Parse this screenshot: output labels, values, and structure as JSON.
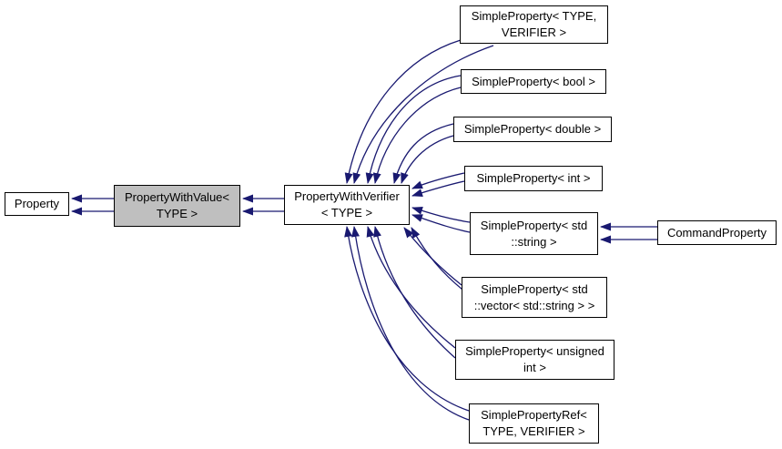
{
  "graph": {
    "arrow_color": "#191970",
    "node_border_color": "#000000",
    "node_fill": "#ffffff",
    "selected_node_fill": "#bfbfbf",
    "nodes": [
      {
        "id": "property",
        "label": "Property",
        "selected": false
      },
      {
        "id": "property-with-value",
        "label": "PropertyWithValue<\nTYPE >",
        "selected": true
      },
      {
        "id": "property-with-verifier",
        "label": "PropertyWithVerifier\n< TYPE >",
        "selected": false
      },
      {
        "id": "simpleproperty-type-verifier",
        "label": "SimpleProperty< TYPE,\nVERIFIER >",
        "selected": false
      },
      {
        "id": "simpleproperty-bool",
        "label": "SimpleProperty< bool >",
        "selected": false
      },
      {
        "id": "simpleproperty-double",
        "label": "SimpleProperty< double >",
        "selected": false
      },
      {
        "id": "simpleproperty-int",
        "label": "SimpleProperty< int >",
        "selected": false
      },
      {
        "id": "simpleproperty-std-string",
        "label": "SimpleProperty< std\n::string >",
        "selected": false
      },
      {
        "id": "simpleproperty-std-vector",
        "label": "SimpleProperty< std\n::vector< std::string > >",
        "selected": false
      },
      {
        "id": "simpleproperty-unsigned-int",
        "label": "SimpleProperty< unsigned\nint >",
        "selected": false
      },
      {
        "id": "simplepropertyref",
        "label": "SimplePropertyRef<\nTYPE, VERIFIER >",
        "selected": false
      },
      {
        "id": "commandproperty",
        "label": "CommandProperty",
        "selected": false
      }
    ],
    "edges": [
      {
        "from": "property-with-value",
        "to": "property",
        "arrows": 2
      },
      {
        "from": "property-with-verifier",
        "to": "property-with-value",
        "arrows": 2
      },
      {
        "from": "simpleproperty-type-verifier",
        "to": "property-with-verifier",
        "arrows": 2
      },
      {
        "from": "simpleproperty-bool",
        "to": "property-with-verifier",
        "arrows": 2
      },
      {
        "from": "simpleproperty-double",
        "to": "property-with-verifier",
        "arrows": 2
      },
      {
        "from": "simpleproperty-int",
        "to": "property-with-verifier",
        "arrows": 2
      },
      {
        "from": "simpleproperty-std-string",
        "to": "property-with-verifier",
        "arrows": 2
      },
      {
        "from": "simpleproperty-std-vector",
        "to": "property-with-verifier",
        "arrows": 2
      },
      {
        "from": "simpleproperty-unsigned-int",
        "to": "property-with-verifier",
        "arrows": 2
      },
      {
        "from": "simplepropertyref",
        "to": "property-with-verifier",
        "arrows": 2
      },
      {
        "from": "commandproperty",
        "to": "simpleproperty-std-string",
        "arrows": 2
      }
    ]
  }
}
